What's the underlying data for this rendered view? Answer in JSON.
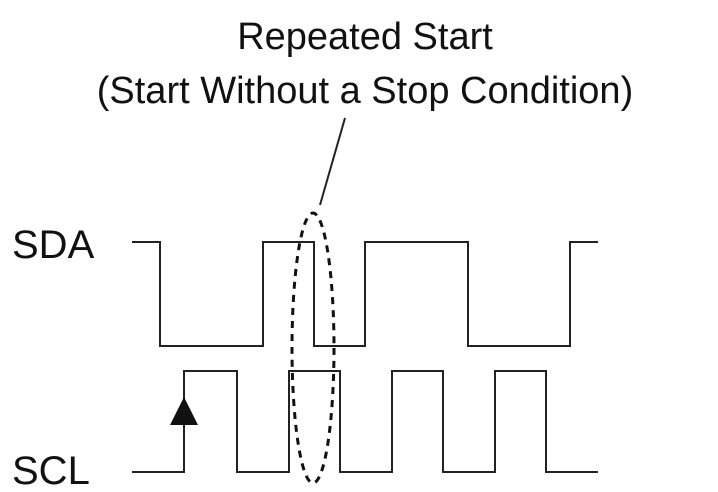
{
  "title": {
    "line1": "Repeated Start",
    "line2": "(Start Without a Stop Condition)"
  },
  "signals": {
    "sda": {
      "label": "SDA"
    },
    "scl": {
      "label": "SCL"
    }
  },
  "annotations": {
    "repeated_start_marker": "dashed-ellipse",
    "clock_edge_marker": "up-arrow-icon"
  },
  "colors": {
    "line": "#222222",
    "text": "#111111",
    "background": "#ffffff"
  }
}
